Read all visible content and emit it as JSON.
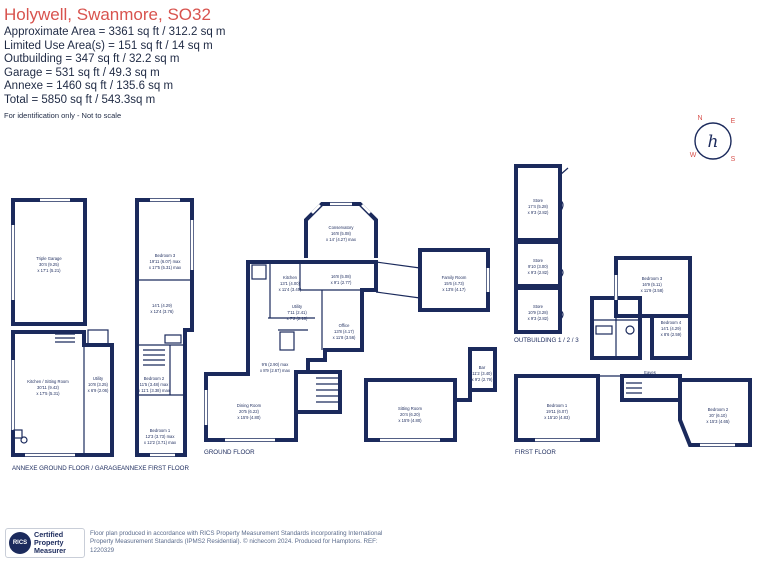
{
  "header": {
    "title": "Holywell, Swanmore, SO32",
    "stats": [
      "Approximate Area = 3361 sq ft / 312.2 sq m",
      "Limited Use Area(s) = 151 sq ft / 14 sq m",
      "Outbuilding = 347 sq ft / 32.2 sq m",
      "Garage = 531 sq ft / 49.3 sq m",
      "Annexe = 1460 sq ft / 135.6 sq m",
      "Total = 5850 sq ft / 543.3sq m"
    ],
    "note": "For identification only - Not to scale"
  },
  "floors": {
    "annexe_ground": "ANNEXE GROUND FLOOR / GARAGE",
    "annexe_first": "ANNEXE FIRST FLOOR",
    "ground": "GROUND FLOOR",
    "outbuilding": "OUTBUILDING 1 / 2 / 3",
    "first": "FIRST FLOOR"
  },
  "rooms": {
    "triple_garage": [
      "Triple Garage",
      "30'4 (9.25)",
      "x 17'1 (5.21)"
    ],
    "kitchen_sitting": [
      "Kitchen / Sitting Room",
      "30'11 (9.42)",
      "x 17'5 (5.31)"
    ],
    "utility_annexe": [
      "Utility",
      "10'8 (3.25)",
      "x 6'9 (2.06)"
    ],
    "bedroom3_annexe": [
      "Bedroom 3",
      "19'11 (6.07) max",
      "x 17'5 (5.31) max"
    ],
    "landing_annexe": [
      "14'1 (4.29)",
      "x 12'4 (3.76)"
    ],
    "bedroom2_annexe": [
      "Bedroom 2",
      "11'5 (3.48) max",
      "x 11'1 (3.38) max"
    ],
    "bedroom1_annexe": [
      "Bedroom 1",
      "12'3 (3.73) max",
      "x 12'2 (3.71) max"
    ],
    "conservatory": [
      "Conservatory",
      "16'8 (5.08)",
      "x 14' (4.27) max"
    ],
    "kitchen": [
      "Kitchen",
      "13'1 (4.00)",
      "x 11'4 (3.45)"
    ],
    "hall": [
      "16'8 (5.08)",
      "x 9'1 (2.77)"
    ],
    "family_room": [
      "Family Room",
      "15'6 (4.73)",
      "x 13'8 (4.17)"
    ],
    "utility": [
      "Utility",
      "7'11 (2.41)",
      "x 7'2 (2.18)"
    ],
    "office": [
      "Office",
      "13'8 (4.17)",
      "x 11'8 (3.56)"
    ],
    "store_small": [
      "9'6 (2.90) max",
      "x 8'9 (2.67) max"
    ],
    "dining_room": [
      "Dining Room",
      "20'5 (6.22)",
      "x 15'9 (4.80)"
    ],
    "sitting_room": [
      "Sitting Room",
      "20'4 (6.20)",
      "x 15'9 (4.80)"
    ],
    "bar": [
      "Bar",
      "11'2 (3.40)",
      "x 9'2 (2.79)"
    ],
    "store1": [
      "Store",
      "17'4 (5.28)",
      "x 9'3 (2.82)"
    ],
    "store2": [
      "Store",
      "9'10 (3.00)",
      "x 9'3 (2.82)"
    ],
    "store3": [
      "Store",
      "10'9 (3.28)",
      "x 9'3 (2.82)"
    ],
    "bedroom3": [
      "Bedroom 3",
      "16'9 (5.11)",
      "x 11'9 (3.58)"
    ],
    "bedroom4": [
      "Bedroom 4",
      "14'1 (4.29)",
      "x 8'6 (2.59)"
    ],
    "bedroom1": [
      "Bedroom 1",
      "19'11 (6.07)",
      "x 15'10 (4.83)"
    ],
    "bedroom2": [
      "Bedroom 2",
      "20' (6.10)",
      "x 15'3 (4.65)"
    ],
    "small_label": "Eaves"
  },
  "compass": {
    "letters": [
      "N",
      "E",
      "S",
      "W"
    ],
    "logo": "h"
  },
  "badge": {
    "logo": "RICS",
    "line1": "Certified",
    "line2": "Property",
    "line3": "Measurer"
  },
  "footer": "Floor plan produced in accordance with RICS Property Measurement Standards incorporating International Property Measurement Standards (IPMS2 Residential). © nichecom 2024. Produced for Hamptons. REF: 1220329",
  "colors": {
    "title": "#d8534e",
    "walls": "#1b2a5c",
    "text": "#1f2a44"
  }
}
